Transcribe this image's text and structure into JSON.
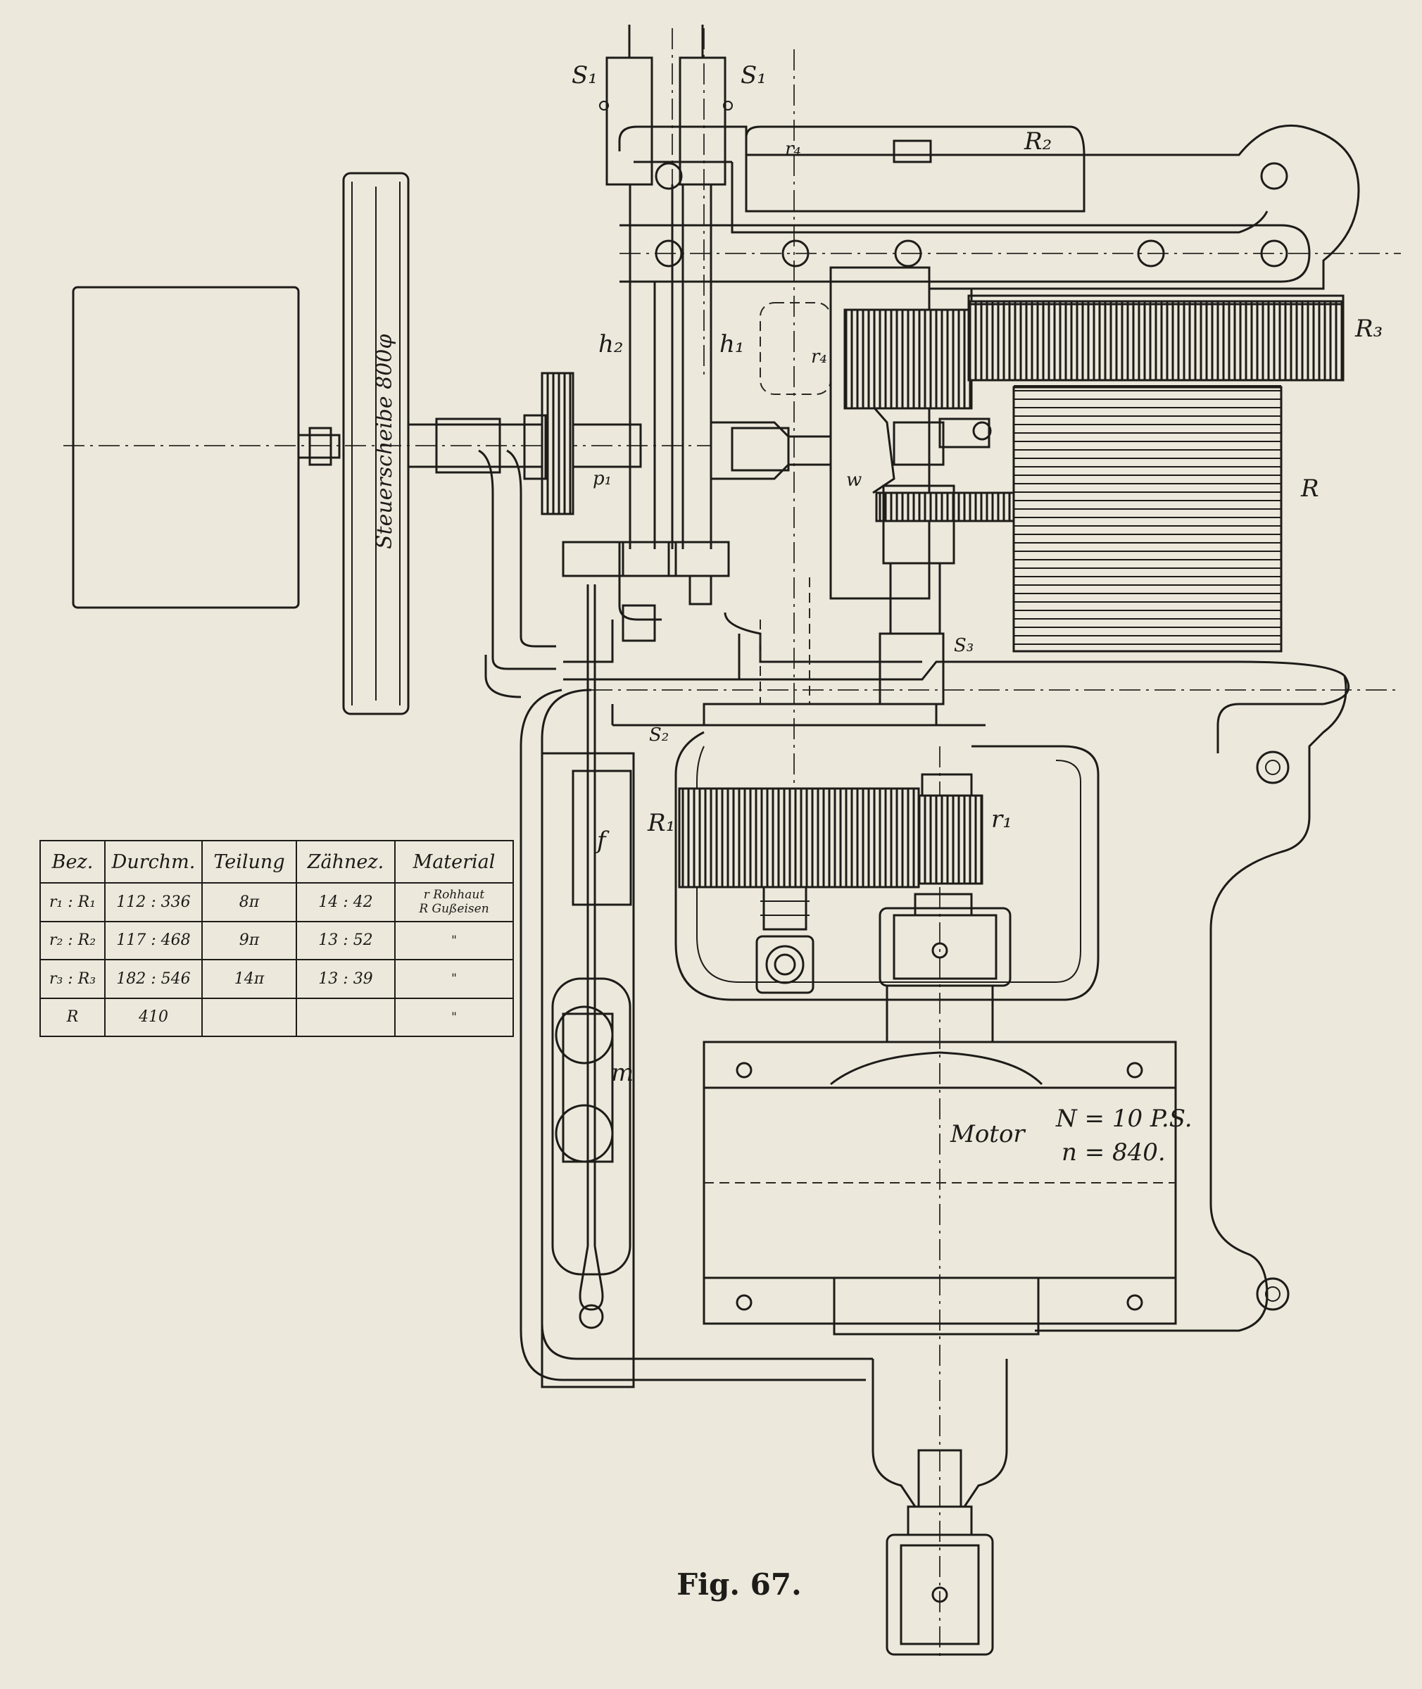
{
  "labels": {
    "s1_left": "S₁",
    "s1_right": "S₁",
    "r4": "r₄",
    "R2_top": "R₂",
    "R3": "R₃",
    "h2": "h₂",
    "h1": "h₁",
    "r4_mid": "r₄",
    "p1": "p₁",
    "w": "w",
    "R_drum": "R",
    "S3": "S₃",
    "S2": "S₂",
    "R1": "R₁",
    "r1": "r₁",
    "f": "f",
    "m": "m",
    "pulley": "Steuerscheibe 800φ"
  },
  "motor": {
    "label": "Motor",
    "power": "N = 10 P.S.",
    "speed": "n = 840."
  },
  "table": {
    "headers": [
      "Bez.",
      "Durchm.",
      "Teilung",
      "Zähnez.",
      "Material"
    ],
    "rows": [
      {
        "bez": "r₁ : R₁",
        "durchm": "112 : 336",
        "teilung": "8π",
        "zaehne": "14 : 42",
        "material_line1": "r Rohhaut",
        "material_line2": "R Gußeisen"
      },
      {
        "bez": "r₂ : R₂",
        "durchm": "117 : 468",
        "teilung": "9π",
        "zaehne": "13 : 52",
        "material_line1": "\"",
        "material_line2": ""
      },
      {
        "bez": "r₃ : R₃",
        "durchm": "182 : 546",
        "teilung": "14π",
        "zaehne": "13 : 39",
        "material_line1": "\"",
        "material_line2": ""
      },
      {
        "bez": "R",
        "durchm": "410",
        "teilung": "",
        "zaehne": "",
        "material_line1": "\"",
        "material_line2": ""
      }
    ]
  },
  "caption": "Fig. 67."
}
